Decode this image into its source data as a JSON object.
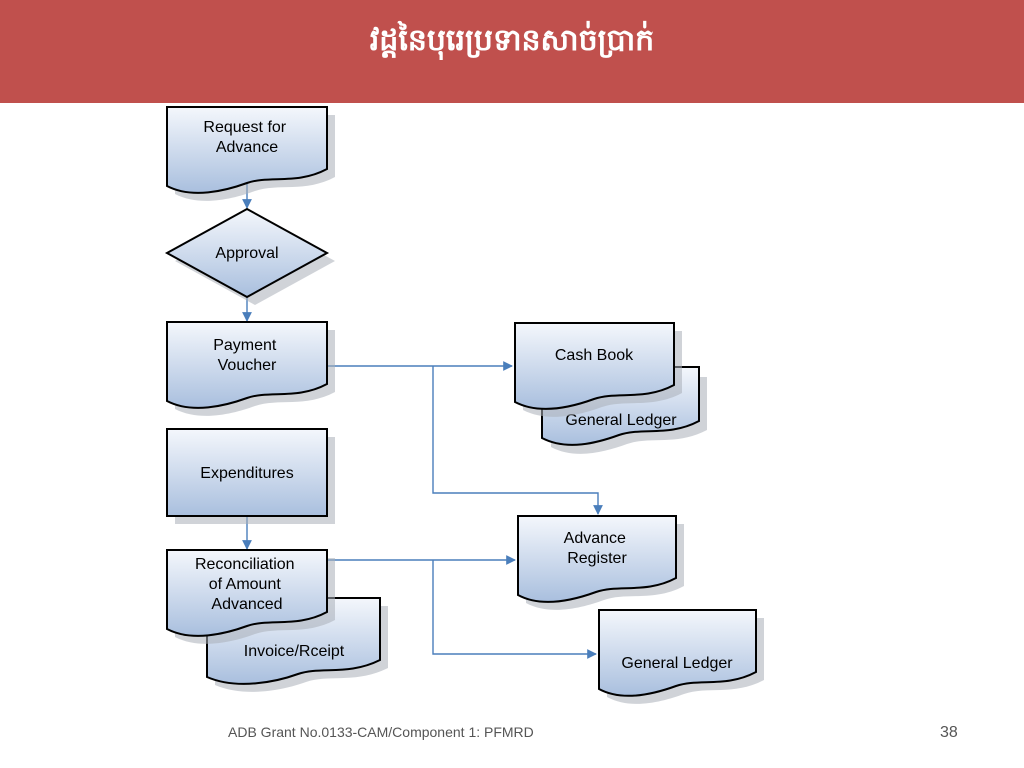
{
  "slide": {
    "title": "វដ្តនៃបុរេប្រទានសាច់ប្រាក់",
    "footer": "ADB Grant No.0133-CAM/Component 1: PFMRD",
    "page_number": "38"
  },
  "colors": {
    "header_bg": "#c0504d",
    "node_fill_top": "#f4f7fc",
    "node_fill_bottom": "#a9bfde",
    "node_stroke": "#000000",
    "connector": "#4a7ebb"
  },
  "nodes": {
    "request": [
      "Request for",
      "Advance"
    ],
    "approval": [
      "Approval"
    ],
    "payment_voucher": [
      "Payment",
      "Voucher"
    ],
    "cash_book": [
      "Cash Book"
    ],
    "general_ledger_1": [
      "General Ledger"
    ],
    "expenditures": [
      "Expenditures"
    ],
    "reconciliation": [
      "Reconciliation",
      "of Amount",
      "Advanced"
    ],
    "invoice": [
      "Invoice/Rceipt"
    ],
    "advance_register": [
      "Advance",
      "Register"
    ],
    "general_ledger_2": [
      "General Ledger"
    ]
  }
}
